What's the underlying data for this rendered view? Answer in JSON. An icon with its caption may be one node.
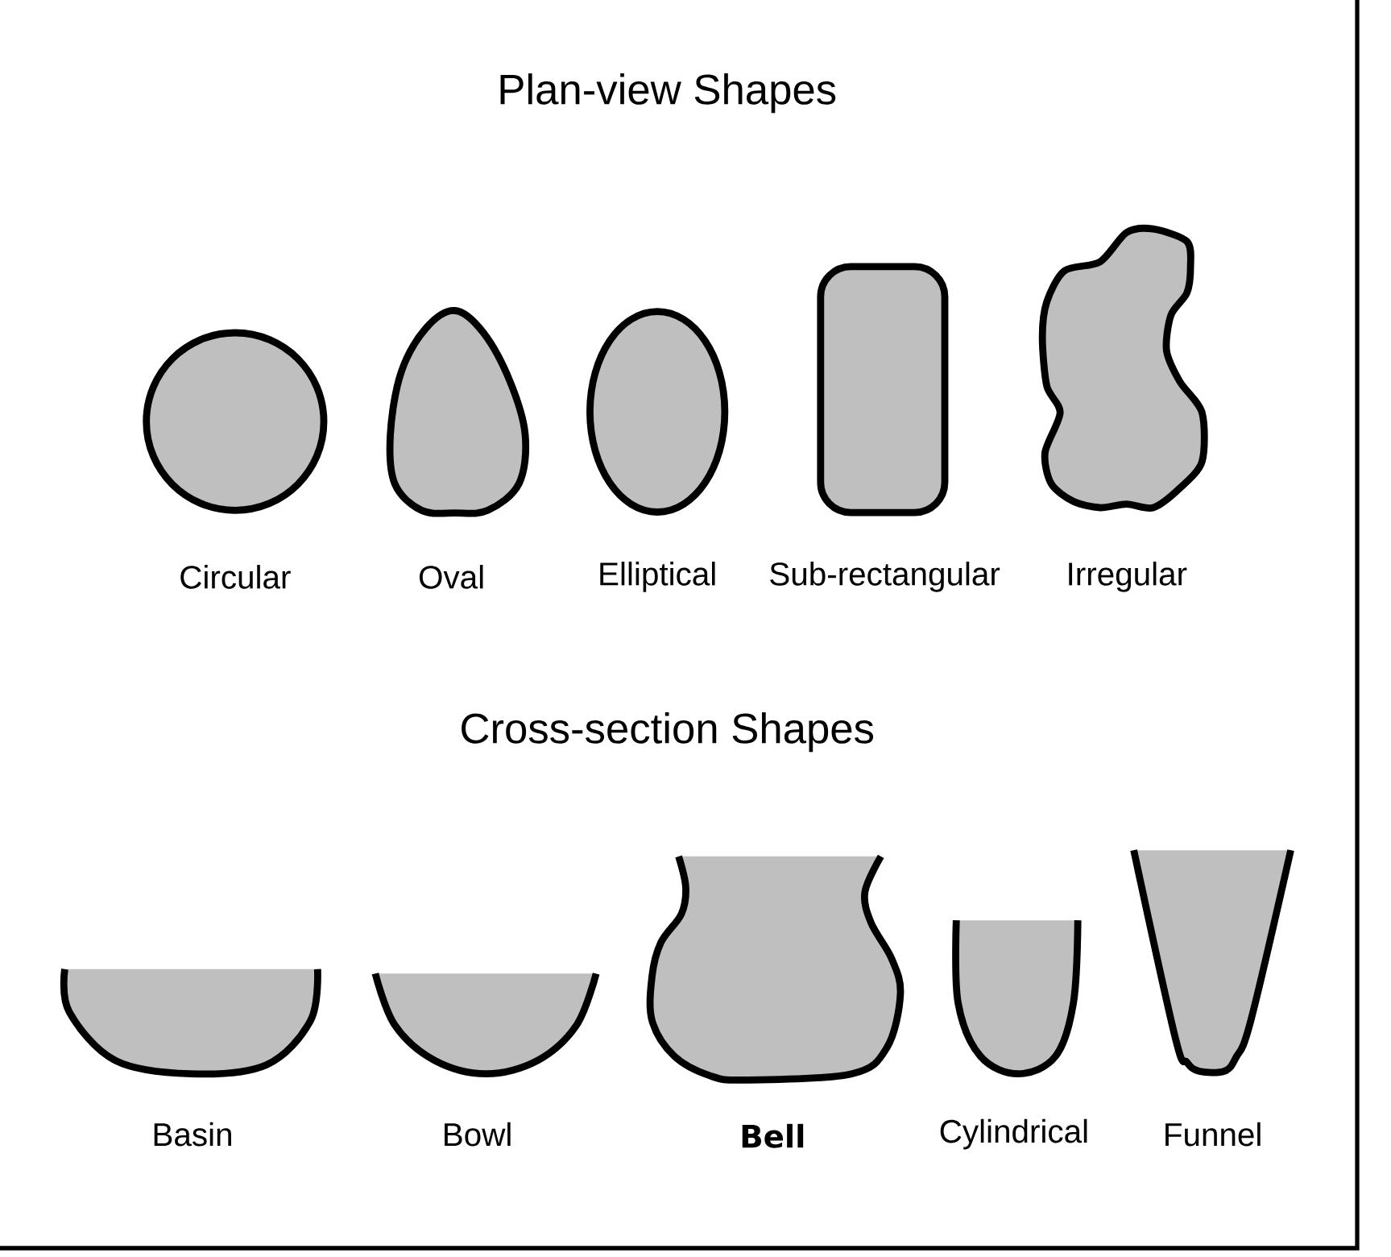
{
  "diagram": {
    "nodes": [
      {
        "text": [],
        "shape": "circle"
      },
      {
        "text": [],
        "shape": "oval"
      },
      {
        "text": [],
        "shape": "ellipse"
      },
      {
        "text": [],
        "shape": "box"
      },
      {
        "text": [],
        "shape": "blob"
      }
    ],
    "labels": [
      "Plan-view Shapes",
      "Circular",
      "Oval",
      "Elliptical",
      "Sub-rectangular",
      "Irregular",
      "Cross-section Shapes",
      "Basin",
      "Bowl",
      "Bell",
      "Cylindrical",
      "Funnel"
    ]
  }
}
